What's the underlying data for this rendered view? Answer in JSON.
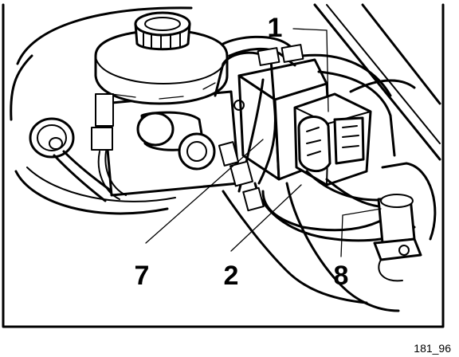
{
  "callouts": [
    {
      "id": "1",
      "label": "1"
    },
    {
      "id": "7",
      "label": "7"
    },
    {
      "id": "2",
      "label": "2"
    },
    {
      "id": "8",
      "label": "8"
    }
  ],
  "figure_ref": "181_96"
}
